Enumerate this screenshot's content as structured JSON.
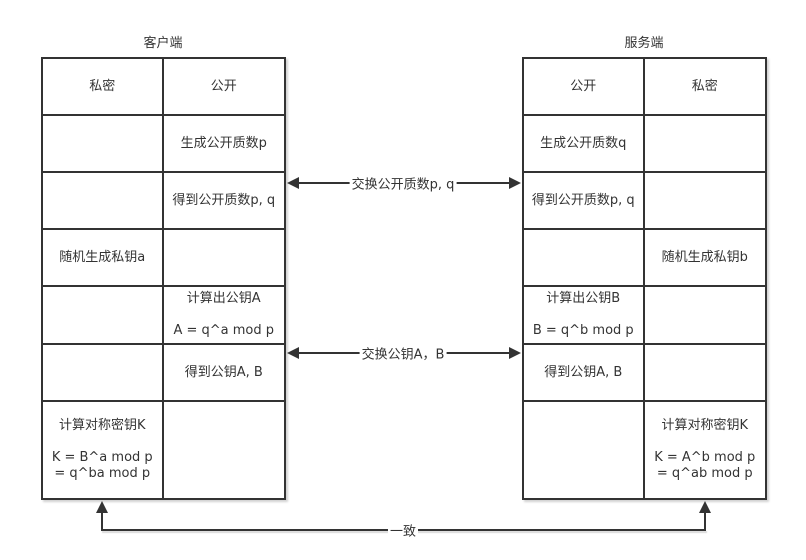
{
  "colors": {
    "background": "#ffffff",
    "line": "#333333",
    "text": "#333333"
  },
  "client": {
    "title": "客户端",
    "columns": [
      "私密",
      "公开"
    ],
    "rows": [
      [
        "",
        "生成公开质数p"
      ],
      [
        "",
        "得到公开质数p, q"
      ],
      [
        "随机生成私钥a",
        ""
      ],
      [
        "",
        "计算出公钥A\n\nA = q^a mod p"
      ],
      [
        "",
        "得到公钥A, B"
      ],
      [
        "计算对称密钥K\n\nK = B^a mod p\n= q^ba mod p",
        ""
      ]
    ]
  },
  "server": {
    "title": "服务端",
    "columns": [
      "公开",
      "私密"
    ],
    "rows": [
      [
        "生成公开质数q",
        ""
      ],
      [
        "得到公开质数p, q",
        ""
      ],
      [
        "",
        "随机生成私钥b"
      ],
      [
        "计算出公钥B\n\nB = q^b mod p",
        ""
      ],
      [
        "得到公钥A, B",
        ""
      ],
      [
        "",
        "计算对称密钥K\n\nK = A^b mod p\n= q^ab mod p"
      ]
    ]
  },
  "arrows": {
    "exchange_primes_label": "交换公开质数p, q",
    "exchange_keys_label": "交换公钥A，B",
    "identical_label": "一致"
  }
}
